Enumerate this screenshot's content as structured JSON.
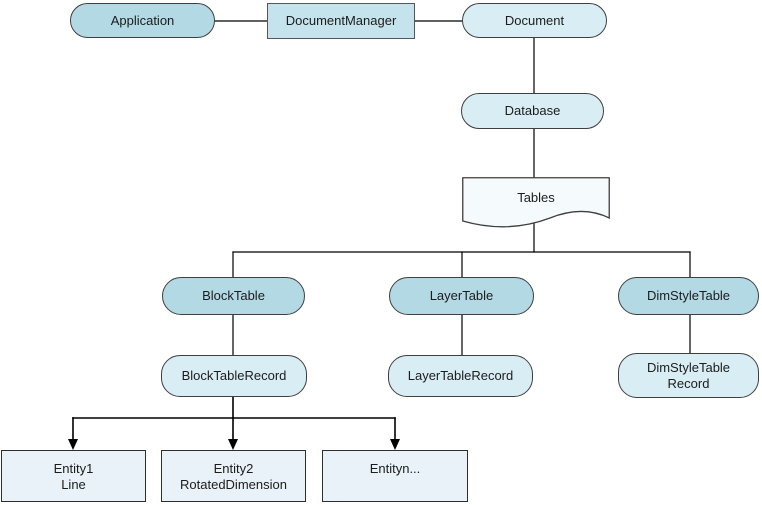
{
  "diagram": {
    "nodes": {
      "application": {
        "label": "Application"
      },
      "documentManager": {
        "label": "DocumentManager"
      },
      "document": {
        "label": "Document"
      },
      "database": {
        "label": "Database"
      },
      "tables": {
        "label": "Tables"
      },
      "blockTable": {
        "label": "BlockTable"
      },
      "layerTable": {
        "label": "LayerTable"
      },
      "dimStyleTable": {
        "label": "DimStyleTable"
      },
      "blockTableRecord": {
        "label": "BlockTableRecord"
      },
      "layerTableRecord": {
        "label": "LayerTableRecord"
      },
      "dimStyleTableRecord": {
        "line1": "DimStyleTable",
        "line2": "Record"
      },
      "entity1": {
        "line1": "Entity1",
        "line2": "Line"
      },
      "entity2": {
        "line1": "Entity2",
        "line2": "RotatedDimension"
      },
      "entityn": {
        "line1": "Entityn..."
      }
    },
    "edges": [
      {
        "from": "Application",
        "to": "DocumentManager",
        "style": "plain"
      },
      {
        "from": "DocumentManager",
        "to": "Document",
        "style": "plain"
      },
      {
        "from": "Document",
        "to": "Database",
        "style": "plain"
      },
      {
        "from": "Database",
        "to": "Tables",
        "style": "plain"
      },
      {
        "from": "Tables",
        "to": "BlockTable",
        "style": "plain"
      },
      {
        "from": "Tables",
        "to": "LayerTable",
        "style": "plain"
      },
      {
        "from": "Tables",
        "to": "DimStyleTable",
        "style": "plain"
      },
      {
        "from": "BlockTable",
        "to": "BlockTableRecord",
        "style": "plain"
      },
      {
        "from": "LayerTable",
        "to": "LayerTableRecord",
        "style": "plain"
      },
      {
        "from": "DimStyleTable",
        "to": "DimStyleTableRecord",
        "style": "plain"
      },
      {
        "from": "BlockTableRecord",
        "to": "Entity1 Line",
        "style": "arrow"
      },
      {
        "from": "BlockTableRecord",
        "to": "Entity2 RotatedDimension",
        "style": "arrow"
      },
      {
        "from": "BlockTableRecord",
        "to": "Entityn...",
        "style": "arrow"
      }
    ],
    "colors": {
      "node_fill_primary": "#b3d9e5",
      "node_fill_rect": "#c5e3ec",
      "node_fill_light": "#d9edf5",
      "tables_fill": "#f5fafd",
      "entity_fill": "#e9f2f8",
      "border": "#3f3f3f",
      "line": "#000000"
    }
  }
}
